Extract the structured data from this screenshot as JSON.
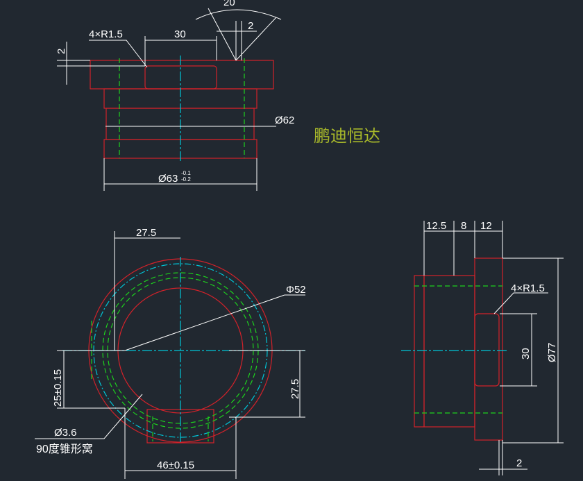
{
  "watermark": "鹏迪恒达",
  "colors": {
    "background": "#212830",
    "outline": "#d2222a",
    "centerline": "#00c6d8",
    "hidden": "#1ed21e",
    "dimension": "#ffffff",
    "watermark": "#a8b82a"
  },
  "top_view": {
    "angle": "20",
    "radius_note": "4×R1.5",
    "width_30": "30",
    "depth_2_top": "2",
    "depth_2_left": "2",
    "dia_62": "Ø62",
    "dia_63": "Ø63",
    "tol_upper": "-0.1",
    "tol_lower": "-0.2"
  },
  "front_view": {
    "offset_27_5": "27.5",
    "dia_52": "Φ52",
    "height_27_5": "27.5",
    "dim_25": "25±0.15",
    "dim_46": "46±0.15",
    "hole": "Ø3.6",
    "hole_note": "90度锥形窝"
  },
  "side_view": {
    "w12_5": "12.5",
    "w8": "8",
    "w12": "12",
    "radius_note": "4×R1.5",
    "dim_30": "30",
    "dia_77": "Ø77",
    "dim_2": "2"
  }
}
